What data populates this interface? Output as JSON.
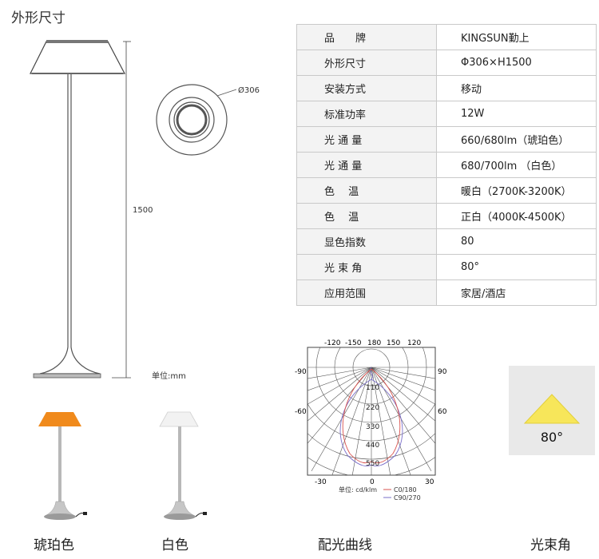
{
  "section_title": "外形尺寸",
  "specs": [
    {
      "key": "品　　牌",
      "value": "KINGSUN勤上"
    },
    {
      "key": "外形尺寸",
      "value": "Φ306×H1500"
    },
    {
      "key": "安装方式",
      "value": "移动"
    },
    {
      "key": "标准功率",
      "value": "12W"
    },
    {
      "key": "光 通 量",
      "value": "660/680lm（琥珀色）"
    },
    {
      "key": "光 通 量",
      "value": "680/700lm （白色）"
    },
    {
      "key": "色　 温",
      "value": "暖白（2700K-3200K）"
    },
    {
      "key": "色　 温",
      "value": "正白（4000K-4500K）"
    },
    {
      "key": "显色指数",
      "value": "80"
    },
    {
      "key": "光 束 角",
      "value": "80°"
    },
    {
      "key": "应用范围",
      "value": "家居/酒店"
    }
  ],
  "drawing": {
    "height_label": "1500",
    "diameter_label": "Ø306",
    "unit_label": "单位:mm"
  },
  "polar": {
    "top_labels": [
      "-120",
      "-150",
      "180",
      "150",
      "120"
    ],
    "left_labels": [
      "-90",
      "-60"
    ],
    "right_labels": [
      "90",
      "60"
    ],
    "bottom_labels": [
      "-30",
      "0",
      "30"
    ],
    "radial_labels": [
      "110",
      "220",
      "330",
      "440",
      "550"
    ],
    "unit": "单位: cd/klm",
    "legend": [
      {
        "name": "C0/180",
        "color": "#d9534f"
      },
      {
        "name": "C90/270",
        "color": "#7a6fc9"
      }
    ]
  },
  "beam": {
    "label": "80°",
    "color": "#f7e65a"
  },
  "captions": {
    "amber": "琥珀色",
    "white": "白色",
    "curve": "配光曲线",
    "beam": "光束角"
  },
  "colors": {
    "amber_shade": "#f08a1c",
    "white_shade": "#f2f2f2"
  }
}
